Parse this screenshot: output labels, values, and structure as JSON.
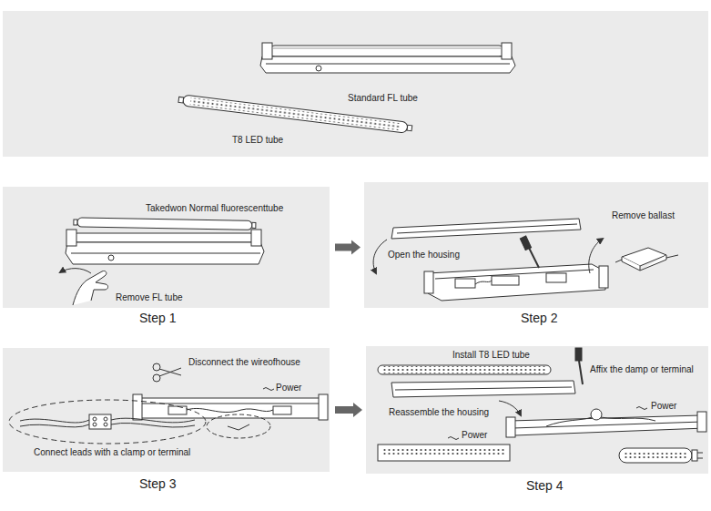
{
  "diagram": {
    "nodes": [
      {
        "text": [
          "Standard FL tube",
          "T8 LED tube"
        ]
      },
      {
        "text": [
          "Takedwon Normal fluorescenttube",
          "Remove FL tube",
          "Step 1"
        ]
      },
      {
        "text": [
          "Open the housing",
          "Remove ballast",
          "Step 2"
        ]
      },
      {
        "text": [
          "Disconnect the wireofhouse",
          "Power",
          "Connect leads with a clamp or terminal",
          "Step 3"
        ]
      },
      {
        "text": [
          "Install T8 LED tube",
          "Affix the damp or terminal",
          "Power",
          "Reassemble the housing",
          "Power",
          "Step 4"
        ]
      }
    ],
    "edges": [
      {
        "from": 1,
        "to": 2,
        "arrow": "to"
      },
      {
        "from": 3,
        "to": 4,
        "arrow": "to"
      }
    ]
  }
}
